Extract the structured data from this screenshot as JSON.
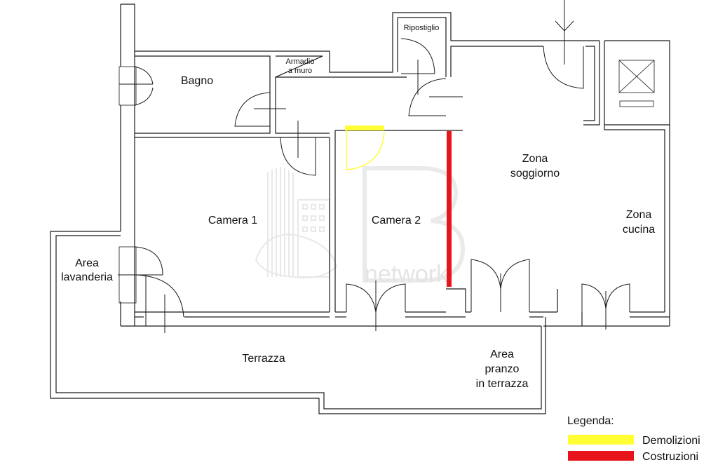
{
  "rooms": {
    "bagno": "Bagno",
    "armadio_line1": "Armadio",
    "armadio_line2": "a muro",
    "ripostiglio": "Ripostiglio",
    "zona_soggiorno_line1": "Zona",
    "zona_soggiorno_line2": "soggiorno",
    "camera1": "Camera 1",
    "camera2": "Camera 2",
    "zona_cucina_line1": "Zona",
    "zona_cucina_line2": "cucina",
    "area_lavanderia_line1": "Area",
    "area_lavanderia_line2": "lavanderia",
    "terrazza": "Terrazza",
    "area_pranzo_line1": "Area",
    "area_pranzo_line2": "pranzo",
    "area_pranzo_line3": "in terrazza"
  },
  "watermark": {
    "text": "network"
  },
  "legend": {
    "title": "Legenda:",
    "items": [
      {
        "label": "Demolizioni",
        "color": "#ffff33"
      },
      {
        "label": "Costruzioni",
        "color": "#e8141b"
      }
    ]
  },
  "colors": {
    "demolition": "#ffff33",
    "construction": "#e8141b",
    "wall": "#1a1a1a"
  }
}
